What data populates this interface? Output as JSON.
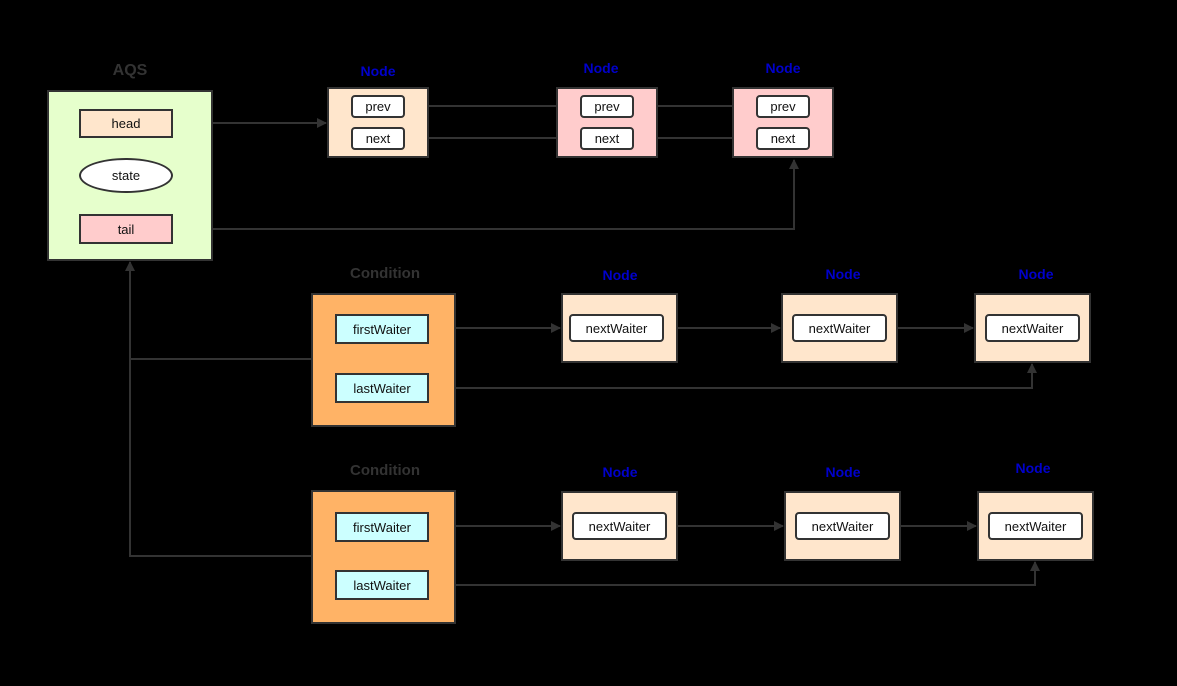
{
  "aqs": {
    "title": "AQS",
    "head": "head",
    "state": "state",
    "tail": "tail"
  },
  "sync_queue": {
    "nodes": [
      {
        "title": "Node",
        "prev": "prev",
        "next": "next"
      },
      {
        "title": "Node",
        "prev": "prev",
        "next": "next"
      },
      {
        "title": "Node",
        "prev": "prev",
        "next": "next"
      }
    ]
  },
  "conditions": [
    {
      "title": "Condition",
      "first": "firstWaiter",
      "last": "lastWaiter",
      "nodes": [
        {
          "title": "Node",
          "field": "nextWaiter"
        },
        {
          "title": "Node",
          "field": "nextWaiter"
        },
        {
          "title": "Node",
          "field": "nextWaiter"
        }
      ]
    },
    {
      "title": "Condition",
      "first": "firstWaiter",
      "last": "lastWaiter",
      "nodes": [
        {
          "title": "Node",
          "field": "nextWaiter"
        },
        {
          "title": "Node",
          "field": "nextWaiter"
        },
        {
          "title": "Node",
          "field": "nextWaiter"
        }
      ]
    }
  ],
  "colors": {
    "background": "#000000",
    "aqs_fill": "#e6ffcc",
    "node_light": "#ffe6cc",
    "node_pink": "#ffcccc",
    "condition_fill": "#ffb366",
    "waiter_fill": "#ccffff",
    "field_white": "#ffffff",
    "line": "#333333",
    "node_title": "#0000cc",
    "section_title": "#333333"
  }
}
